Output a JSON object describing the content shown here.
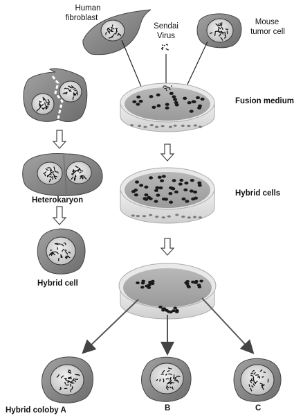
{
  "labels": {
    "human_fibroblast_1": "Human",
    "human_fibroblast_2": "fibroblast",
    "sendai_1": "Sendai",
    "sendai_2": "Virus",
    "mouse_1": "Mouse",
    "mouse_2": "tumor cell",
    "fusion_medium": "Fusion medium",
    "hybrid_cells": "Hybrid cells",
    "heterokaryon": "Heterokaryon",
    "hybrid_cell": "Hybrid cell",
    "colony_a": "Hybrid coloby A",
    "colony_b": "B",
    "colony_c": "C"
  },
  "colors": {
    "cell_fill": "#8a8a8a",
    "nucleus_fill": "#d7d7d7",
    "dish_rim": "#e2e2e2",
    "dish_medium": "#a9a9a9",
    "dot": "#1a1a1a",
    "arrow": "#444444"
  }
}
